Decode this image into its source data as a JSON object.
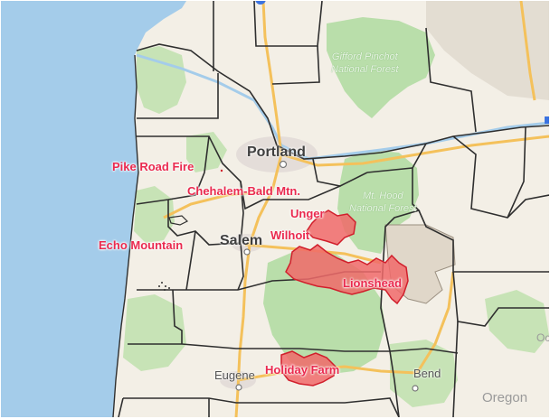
{
  "map": {
    "colors": {
      "ocean": "#a4ccea",
      "land": "#f3efe6",
      "forest": "#b9deaa",
      "highway": "#f4c15b",
      "boundary": "#2f2f2f",
      "fire_fill": "#f06a6a",
      "fire_outline": "#d11f2c",
      "fire_label": "#ea2a4f"
    },
    "cities": {
      "portland": "Portland",
      "salem": "Salem",
      "eugene": "Eugene",
      "bend": "Bend"
    },
    "forests": {
      "gifford_line1": "Gifford Pinchot",
      "gifford_line2": "National Forest",
      "mthood_line1": "Mt. Hood",
      "mthood_line2": "National Forest"
    },
    "fires": {
      "pike_road": "Pike Road Fire",
      "chehalem": "Chehalem-Bald Mtn.",
      "unger": "Unger",
      "wilhoit": "Wilhoit",
      "echo_mountain": "Echo Mountain",
      "lionshead": "Lionshead",
      "holiday_farm": "Holiday Farm"
    },
    "state": "Oregon",
    "partial_label": "Oc"
  }
}
